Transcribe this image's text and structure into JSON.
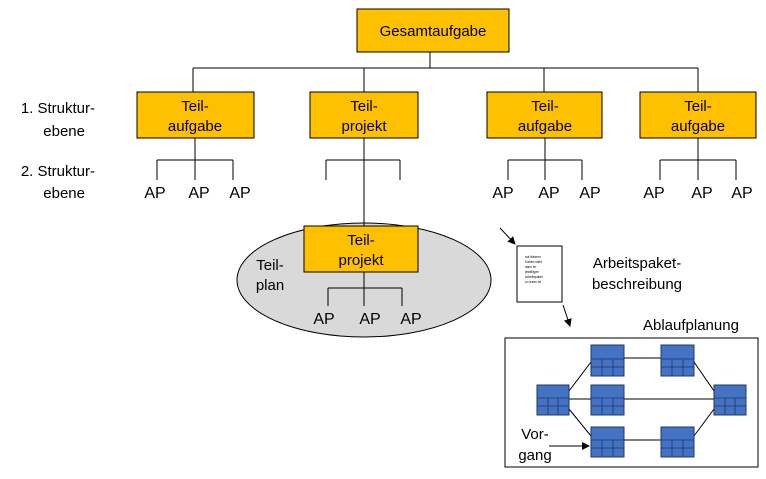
{
  "root": {
    "label": "Gesamtaufgabe"
  },
  "levels": {
    "level1": {
      "line1": "1. Struktur-",
      "line2": "ebene"
    },
    "level2": {
      "line1": "2. Struktur-",
      "line2": "ebene"
    }
  },
  "level1_boxes": [
    {
      "line1": "Teil-",
      "line2": "aufgabe"
    },
    {
      "line1": "Teil-",
      "line2": "projekt"
    },
    {
      "line1": "Teil-",
      "line2": "aufgabe"
    },
    {
      "line1": "Teil-",
      "line2": "aufgabe"
    }
  ],
  "work_package_label": "AP",
  "subplan": {
    "label_line1": "Teil-",
    "label_line2": "plan",
    "box": {
      "line1": "Teil-",
      "line2": "projekt"
    }
  },
  "description": {
    "label_line1": "Arbeitspaket-",
    "label_line2": "beschreibung",
    "doc_lines": [
      "auf diesem",
      "Karten steht",
      "dann im",
      "jeweiligen",
      "Arbeitspaket",
      "zu lesen ist"
    ]
  },
  "scheduling": {
    "title": "Ablaufplanung",
    "activity_line1": "Vor-",
    "activity_line2": "gang"
  },
  "colors": {
    "box_fill": "#FFC000",
    "ellipse_fill": "#D9D9D9",
    "node_fill": "#4472C4"
  }
}
